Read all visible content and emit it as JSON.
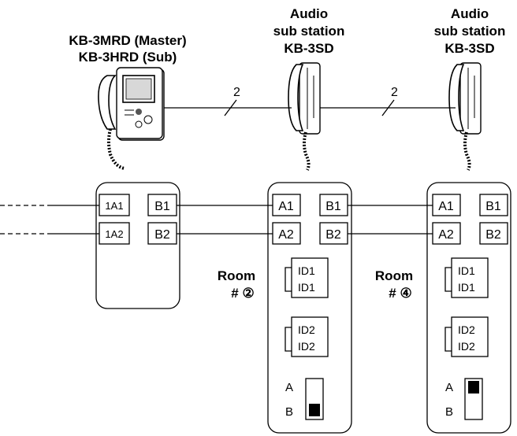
{
  "master": {
    "line1": "KB-3MRD (Master)",
    "line2": "KB-3HRD (Sub)",
    "terminals": [
      "1A1",
      "B1",
      "1A2",
      "B2"
    ]
  },
  "sub1": {
    "line1": "Audio",
    "line2": "sub station",
    "line3": "KB-3SD",
    "terminals": [
      "A1",
      "B1",
      "A2",
      "B2"
    ],
    "room_label": "Room",
    "room_number": "# ②",
    "id1": [
      "ID1",
      "ID1"
    ],
    "id2": [
      "ID2",
      "ID2"
    ],
    "switch_a": "A",
    "switch_b": "B",
    "switch_position": "B"
  },
  "sub2": {
    "line1": "Audio",
    "line2": "sub station",
    "line3": "KB-3SD",
    "terminals": [
      "A1",
      "B1",
      "A2",
      "B2"
    ],
    "room_label": "Room",
    "room_number": "# ④",
    "id1": [
      "ID1",
      "ID1"
    ],
    "id2": [
      "ID2",
      "ID2"
    ],
    "switch_a": "A",
    "switch_b": "B",
    "switch_position": "A"
  },
  "wire_count_1": "2",
  "wire_count_2": "2"
}
